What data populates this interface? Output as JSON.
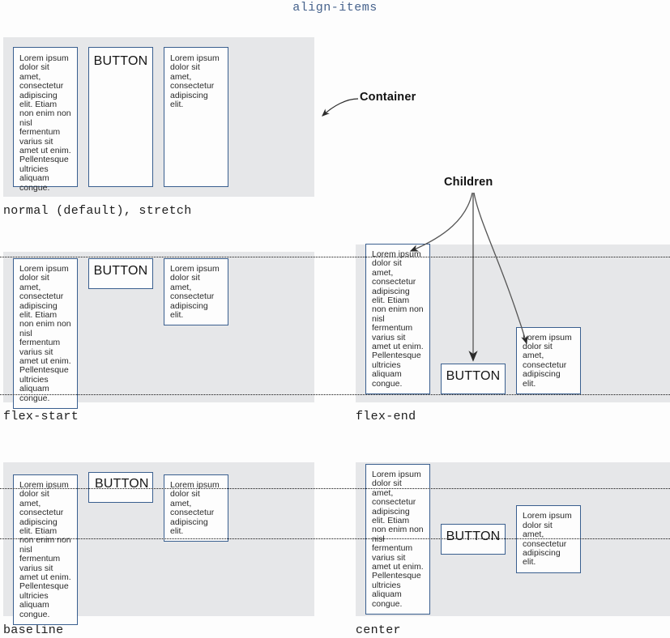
{
  "page": {
    "title": "align-items",
    "title_color": "#46628c",
    "container_bg": "#e6e7e9",
    "item_border_color": "#3a5f8f",
    "guide_color": "#111111"
  },
  "annotations": {
    "container_label": "Container",
    "children_label": "Children"
  },
  "text": {
    "long": "Lorem ipsum dolor sit amet, consectetur adipiscing elit. Etiam non enim non nisl fermentum varius sit amet ut enim. Pellentesque ultricies aliquam congue.",
    "short": "Lorem ipsum dolor sit amet, consectetur adipiscing elit.",
    "button": "BUTTON"
  },
  "demos": [
    {
      "id": "stretch",
      "label": "normal (default), stretch",
      "align": "stretch",
      "guide": "none"
    },
    {
      "id": "flex-start",
      "label": "flex-start",
      "align": "flex-start",
      "guide": "top"
    },
    {
      "id": "flex-end",
      "label": "flex-end",
      "align": "flex-end",
      "guide": "bottom"
    },
    {
      "id": "baseline",
      "label": "baseline",
      "align": "baseline",
      "guide": "first-baseline"
    },
    {
      "id": "center",
      "label": "center",
      "align": "center",
      "guide": "middle"
    }
  ]
}
